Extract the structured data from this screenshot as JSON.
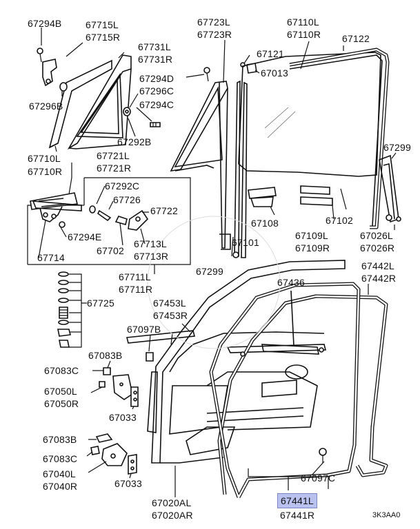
{
  "labels": [
    {
      "id": "l01",
      "text": "67294B"
    },
    {
      "id": "l02",
      "text": "67715L"
    },
    {
      "id": "l03",
      "text": "67715R"
    },
    {
      "id": "l04",
      "text": "67731L"
    },
    {
      "id": "l05",
      "text": "67731R"
    },
    {
      "id": "l06",
      "text": "67294D"
    },
    {
      "id": "l07",
      "text": "67296C"
    },
    {
      "id": "l08",
      "text": "67294C"
    },
    {
      "id": "l09",
      "text": "67296B"
    },
    {
      "id": "l10",
      "text": "67292B"
    },
    {
      "id": "l11",
      "text": "67710L"
    },
    {
      "id": "l12",
      "text": "67710R"
    },
    {
      "id": "l13",
      "text": "67721L"
    },
    {
      "id": "l14",
      "text": "67721R"
    },
    {
      "id": "l15",
      "text": "67723L"
    },
    {
      "id": "l16",
      "text": "67723R"
    },
    {
      "id": "l17",
      "text": "67121"
    },
    {
      "id": "l18",
      "text": "67013"
    },
    {
      "id": "l19",
      "text": "67110L"
    },
    {
      "id": "l20",
      "text": "67110R"
    },
    {
      "id": "l21",
      "text": "67122"
    },
    {
      "id": "l22",
      "text": "67299"
    },
    {
      "id": "l23",
      "text": "67292C"
    },
    {
      "id": "l24",
      "text": "67726"
    },
    {
      "id": "l25",
      "text": "67722"
    },
    {
      "id": "l26",
      "text": "67294E"
    },
    {
      "id": "l27",
      "text": "67702"
    },
    {
      "id": "l28",
      "text": "67713L"
    },
    {
      "id": "l29",
      "text": "67713R"
    },
    {
      "id": "l30",
      "text": "67714"
    },
    {
      "id": "l31",
      "text": "67108"
    },
    {
      "id": "l32",
      "text": "67109L"
    },
    {
      "id": "l33",
      "text": "67109R"
    },
    {
      "id": "l34",
      "text": "67102"
    },
    {
      "id": "l35",
      "text": "67026L"
    },
    {
      "id": "l36",
      "text": "67026R"
    },
    {
      "id": "l37",
      "text": "67101"
    },
    {
      "id": "l38",
      "text": "67299"
    },
    {
      "id": "l39",
      "text": "67711L"
    },
    {
      "id": "l40",
      "text": "67711R"
    },
    {
      "id": "l41",
      "text": "67442L"
    },
    {
      "id": "l42",
      "text": "67442R"
    },
    {
      "id": "l43",
      "text": "67436"
    },
    {
      "id": "l44",
      "text": "67453L"
    },
    {
      "id": "l45",
      "text": "67453R"
    },
    {
      "id": "l46",
      "text": "67725"
    },
    {
      "id": "l47",
      "text": "67097B"
    },
    {
      "id": "l48",
      "text": "67083B"
    },
    {
      "id": "l49",
      "text": "67083C"
    },
    {
      "id": "l50",
      "text": "67050L"
    },
    {
      "id": "l51",
      "text": "67050R"
    },
    {
      "id": "l52",
      "text": "67033"
    },
    {
      "id": "l53",
      "text": "67083B"
    },
    {
      "id": "l54",
      "text": "67083C"
    },
    {
      "id": "l55",
      "text": "67040L"
    },
    {
      "id": "l56",
      "text": "67040R"
    },
    {
      "id": "l57",
      "text": "67033"
    },
    {
      "id": "l58",
      "text": "67097C"
    },
    {
      "id": "l59",
      "text": "67441L"
    },
    {
      "id": "l60",
      "text": "67441R"
    },
    {
      "id": "l61",
      "text": "67020AL"
    },
    {
      "id": "l62",
      "text": "67020AR"
    }
  ],
  "highlight_color": "#b9c2ef",
  "diagram_code": "3K3AA0"
}
